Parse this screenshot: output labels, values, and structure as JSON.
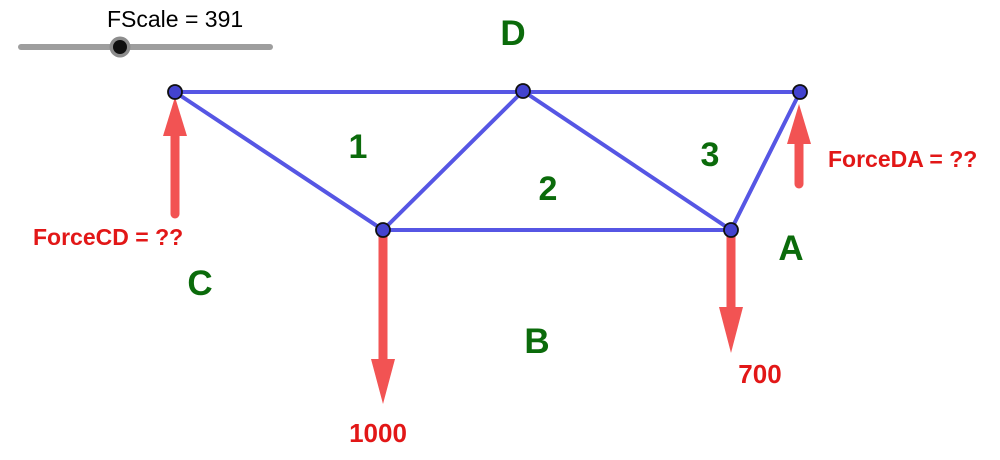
{
  "colors": {
    "blue": "#5656e4",
    "node-fill": "#4343cf",
    "node-stroke": "#101010",
    "red": "#f25353",
    "red-text": "#e21717",
    "green-text": "#0b6b0b",
    "track-gray": "#9e9e9e",
    "handle-outer": "#8d8d8d",
    "handle-inner": "#101010",
    "black-text": "#000000"
  },
  "slider": {
    "name": "FScale",
    "label": "FScale = 391",
    "value": 391
  },
  "labels": {
    "A": "A",
    "B": "B",
    "C": "C",
    "D": "D",
    "m1": "1",
    "m2": "2",
    "m3": "3"
  },
  "forces": {
    "cd_label": "ForceCD = ??",
    "da_label": "ForceDA = ??",
    "load_left": "1000",
    "load_right": "700"
  }
}
